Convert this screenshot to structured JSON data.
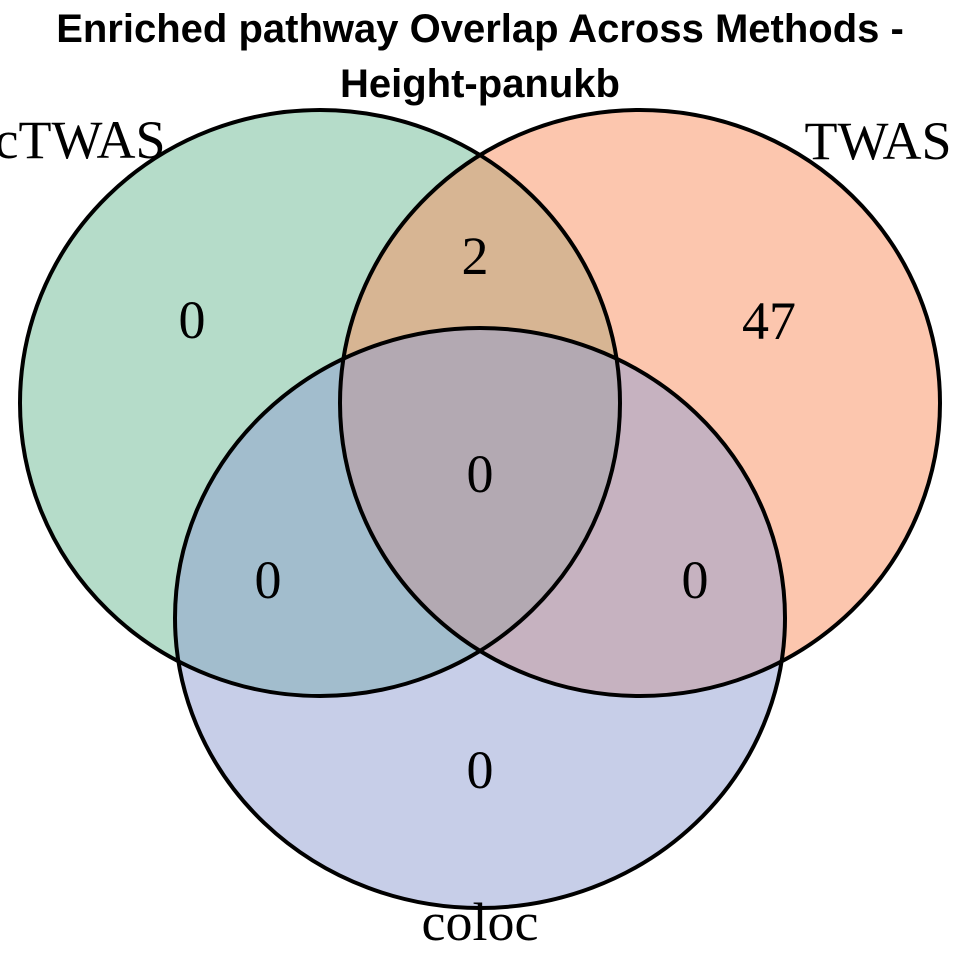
{
  "title": {
    "line1": "Enriched pathway Overlap Across Methods -",
    "line2": "Height-panukb"
  },
  "chart_data": {
    "type": "venn",
    "title": "Enriched pathway Overlap Across Methods - Height-panukb",
    "sets": [
      {
        "name": "cTWAS",
        "fill_color": "#6BB993"
      },
      {
        "name": "TWAS",
        "fill_color": "#F98D5D"
      },
      {
        "name": "coloc",
        "fill_color": "#8F9DD1"
      }
    ],
    "regions": {
      "cTWAS_only": 0,
      "TWAS_only": 47,
      "coloc_only": 0,
      "cTWAS_TWAS": 2,
      "cTWAS_coloc": 0,
      "TWAS_coloc": 0,
      "cTWAS_TWAS_coloc": 0
    },
    "style": {
      "fill_opacity": 0.5,
      "outline_color": "#000000",
      "outline_width": 4,
      "background": "#FFFFFF"
    }
  }
}
